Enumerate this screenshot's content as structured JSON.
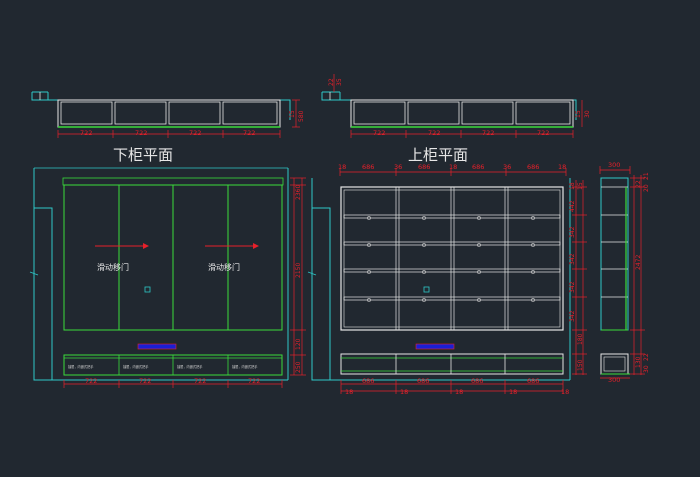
{
  "lower_cabinet": {
    "plan_title": "下柜平面",
    "plan_widths": [
      "722",
      "722",
      "722",
      "722"
    ],
    "plan_right_dims": [
      "15",
      "580"
    ],
    "door_label_left": "滑动移门",
    "door_label_right": "滑动移门",
    "drawer_label": "抽屉，内嵌式把手",
    "bottom_widths": [
      "722",
      "722",
      "722",
      "722"
    ],
    "right_dims": [
      "2360",
      "15",
      "2150",
      "20",
      "15",
      "120",
      "250",
      "100"
    ]
  },
  "upper_cabinet": {
    "plan_title": "上柜平面",
    "plan_left_dims": [
      "22",
      "35"
    ],
    "plan_widths": [
      "722",
      "722",
      "722",
      "722"
    ],
    "plan_right_dims": [
      "15",
      "30"
    ],
    "top_dims": [
      "18",
      "686",
      "36",
      "686",
      "18",
      "686",
      "36",
      "686",
      "18"
    ],
    "bottom_dims": [
      "686",
      "686",
      "686",
      "686"
    ],
    "bottom_small": [
      "18",
      "18",
      "18",
      "18",
      "18"
    ],
    "right_dims": [
      "18",
      "15",
      "442",
      "342",
      "342",
      "342",
      "342",
      "342",
      "18",
      "15",
      "180",
      "150",
      "15"
    ]
  },
  "side_section": {
    "top_width": "300",
    "bottom_width": "300",
    "right_dims": [
      "21",
      "22",
      "20",
      "2472",
      "130",
      "22",
      "30"
    ]
  }
}
